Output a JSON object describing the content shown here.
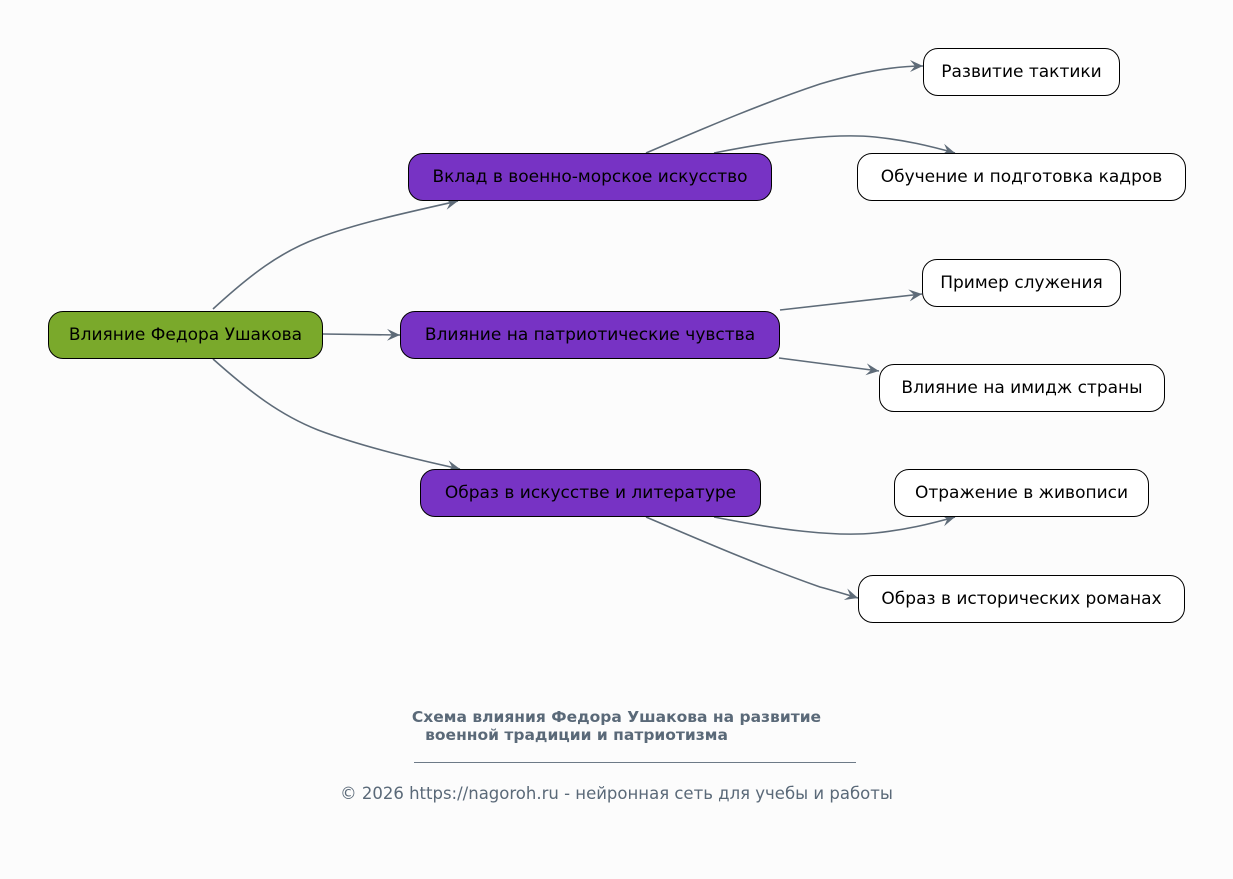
{
  "diagram": {
    "colors": {
      "root_fill": "#7aa92b",
      "mid_fill": "#7733c4",
      "leaf_fill": "#ffffff",
      "edge": "#5e6b78",
      "caption_text": "#5a6978"
    },
    "root": {
      "label": "Влияние Федора Ушакова"
    },
    "branches": [
      {
        "label": "Вклад в военно-морское искусство",
        "children": [
          "Развитие тактики",
          "Обучение и подготовка кадров"
        ]
      },
      {
        "label": "Влияние на патриотические чувства",
        "children": [
          "Пример служения",
          "Влияние на имидж страны"
        ]
      },
      {
        "label": "Образ в искусстве и литературе",
        "children": [
          "Отражение в живописи",
          "Образ в исторических романах"
        ]
      }
    ]
  },
  "caption": {
    "title_line1": "Схема влияния Федора Ушакова на развитие",
    "title_line2": "военной традиции и патриотизма",
    "credit": "© 2026 https://nagoroh.ru - нейронная сеть для учебы и работы"
  }
}
